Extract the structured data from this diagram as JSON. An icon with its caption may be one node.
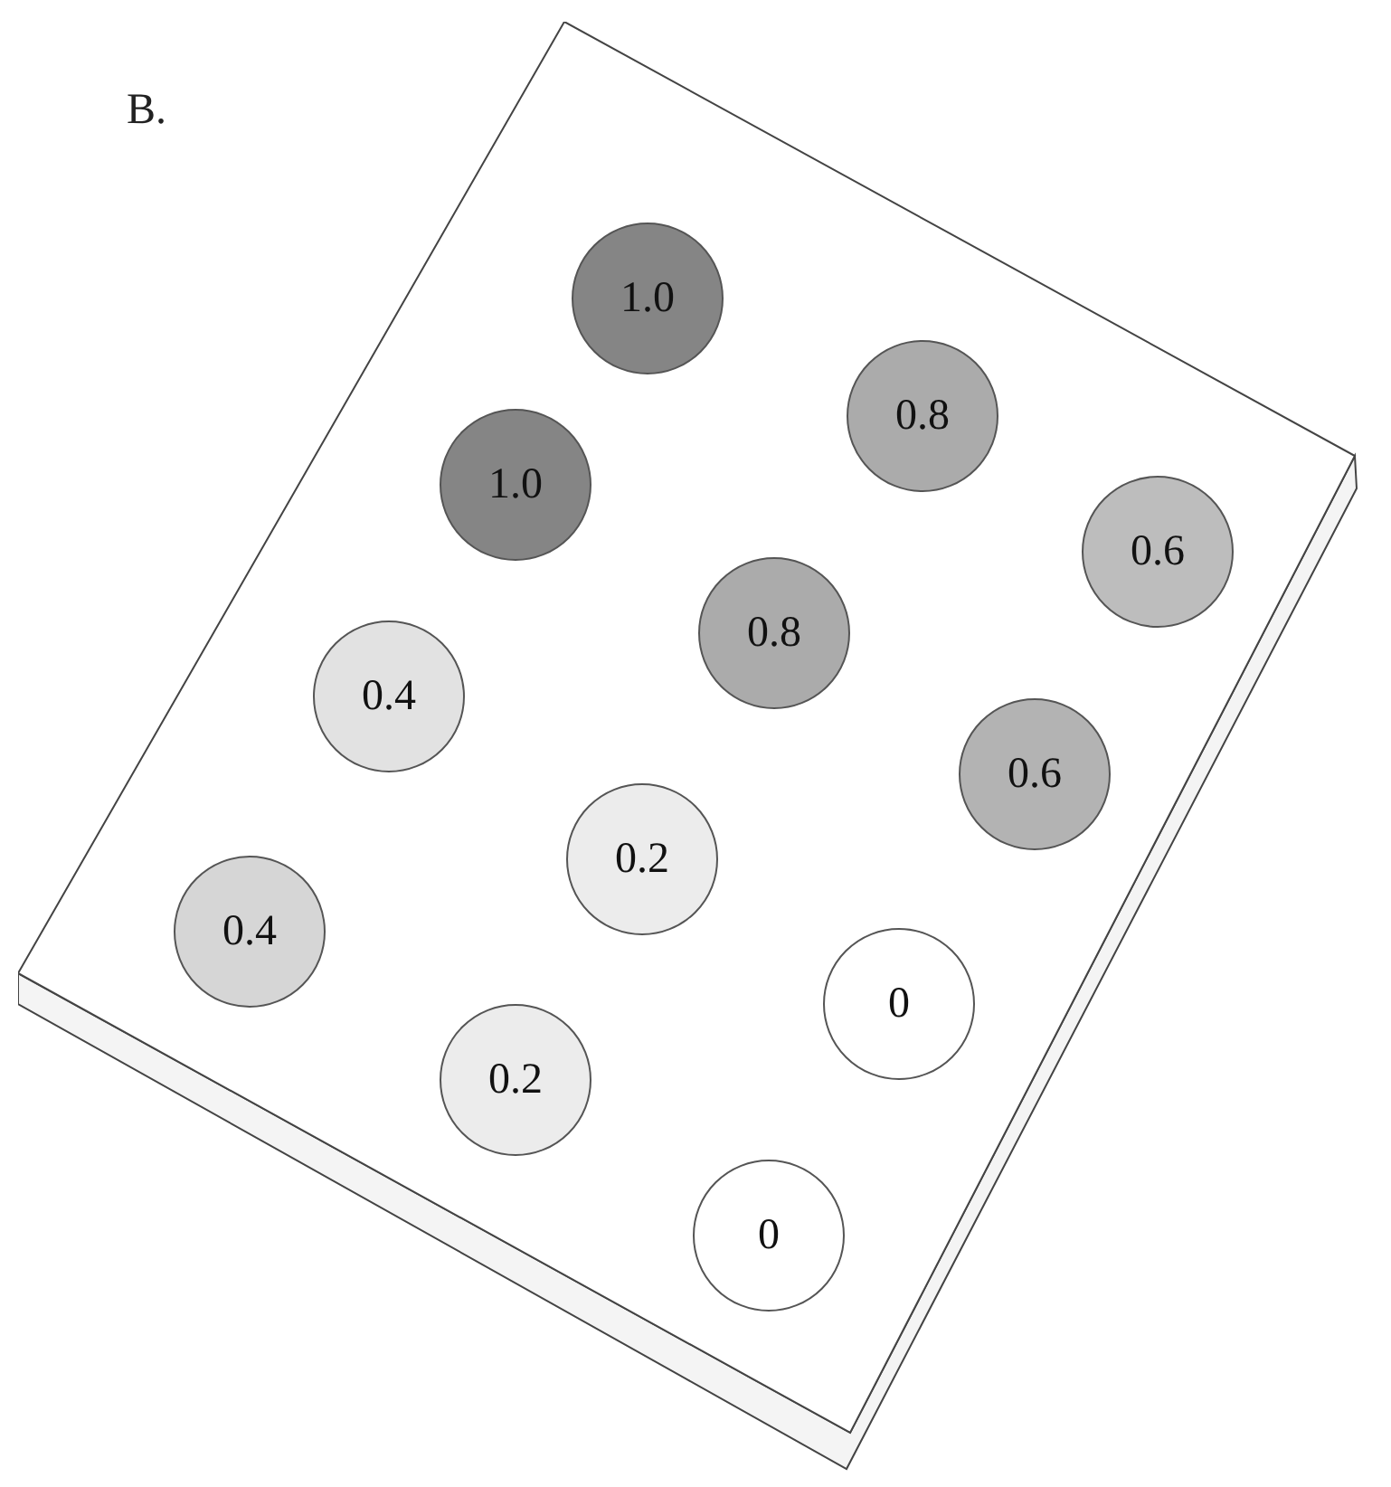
{
  "diagram": {
    "nodes": [
      {
        "text": [],
        "shape": "box"
      },
      {
        "text": [
          "1.0"
        ],
        "in": 0
      },
      {
        "text": [
          "0.8"
        ],
        "in": 0
      },
      {
        "text": [
          "1.0"
        ],
        "in": 0
      },
      {
        "text": [
          "0.6"
        ],
        "in": 0
      },
      {
        "text": [
          "0.8"
        ],
        "in": 0
      },
      {
        "text": [
          "0.4"
        ],
        "in": 0
      },
      {
        "text": [
          "0.6"
        ],
        "in": 0
      },
      {
        "text": [
          "0.2"
        ],
        "in": 0
      },
      {
        "text": [
          "0.4"
        ],
        "in": 0
      },
      {
        "text": [
          "0"
        ],
        "in": 0
      },
      {
        "text": [
          "0.2"
        ],
        "in": 0
      },
      {
        "text": [
          "0"
        ],
        "in": 0
      }
    ],
    "labels": [
      "B."
    ]
  }
}
